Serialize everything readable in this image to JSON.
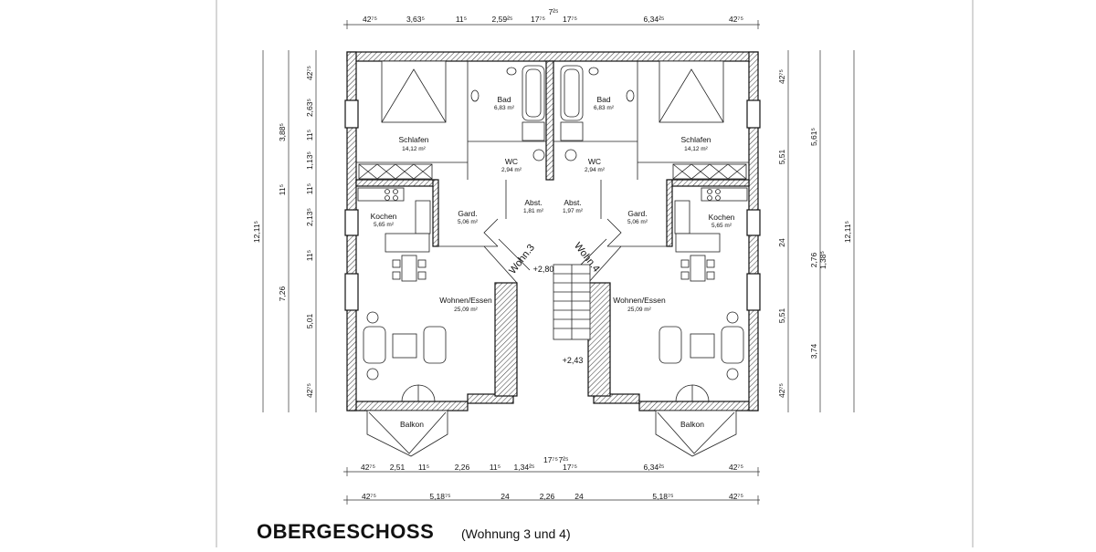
{
  "title": "OBERGESCHOSS",
  "subtitle": "(Wohnung 3 und 4)",
  "rooms": {
    "schlafen_l": {
      "name": "Schlafen",
      "area": "14,12 m²"
    },
    "bad_l": {
      "name": "Bad",
      "area": "6,83 m²"
    },
    "bad_r": {
      "name": "Bad",
      "area": "6,83 m²"
    },
    "schlafen_r": {
      "name": "Schlafen",
      "area": "14,12 m²"
    },
    "wc_l": {
      "name": "WC",
      "area": "2,94 m²"
    },
    "wc_r": {
      "name": "WC",
      "area": "2,94 m²"
    },
    "abst_l": {
      "name": "Abst.",
      "area": "1,81 m²"
    },
    "abst_r": {
      "name": "Abst.",
      "area": "1,97 m²"
    },
    "gard_l": {
      "name": "Gard.",
      "area": "5,06 m²"
    },
    "gard_r": {
      "name": "Gard.",
      "area": "5,06 m²"
    },
    "kochen_l": {
      "name": "Kochen",
      "area": "5,65 m²"
    },
    "kochen_r": {
      "name": "Kochen",
      "area": "5,65 m²"
    },
    "wohnen_l": {
      "name": "Wohnen/Essen",
      "area": "25,09 m²"
    },
    "wohnen_r": {
      "name": "Wohnen/Essen",
      "area": "25,09 m²"
    },
    "balkon_l": {
      "name": "Balkon"
    },
    "balkon_r": {
      "name": "Balkon"
    }
  },
  "labels": {
    "wohn3": "Wohn.3",
    "wohn4": "Wohn.4",
    "level_upper": "+2,80",
    "level_lower": "+2,43"
  },
  "dims": {
    "top": [
      "42⁷⁵",
      "3,63⁵",
      "11⁵",
      "2,59²⁵",
      "17⁷⁵",
      "7²⁵",
      "17⁷⁵",
      "6,34²⁵",
      "42⁷⁵"
    ],
    "bottom1": [
      "42⁷⁵",
      "2,51",
      "11⁵",
      "2,26",
      "11⁵",
      "1,34²⁵",
      "17⁷⁵",
      "7²⁵",
      "17⁷⁵",
      "6,34²⁵",
      "42⁷⁵"
    ],
    "bottom2": [
      "42⁷⁵",
      "5,18⁷⁵",
      "24",
      "2,26",
      "24",
      "5,18⁷⁵",
      "42⁷⁵"
    ],
    "left_outer": "12,11⁵",
    "left_mid": [
      "11⁵",
      "7,26"
    ],
    "left_inner": [
      "42⁷⁵",
      "2,63⁵",
      "11⁵",
      "1,13⁵",
      "11⁵",
      "2,13⁵",
      "11⁵",
      "5,01",
      "42⁷⁵"
    ],
    "left_inner2": [
      "3,88⁵"
    ],
    "right_inner": [
      "42⁷⁵",
      "5,51",
      "24",
      "5,51",
      "42⁷⁵"
    ],
    "right_mid": [
      "5,61⁵",
      "2,76",
      "1,38⁵",
      "3,74"
    ],
    "right_outer": "12,11⁵"
  }
}
